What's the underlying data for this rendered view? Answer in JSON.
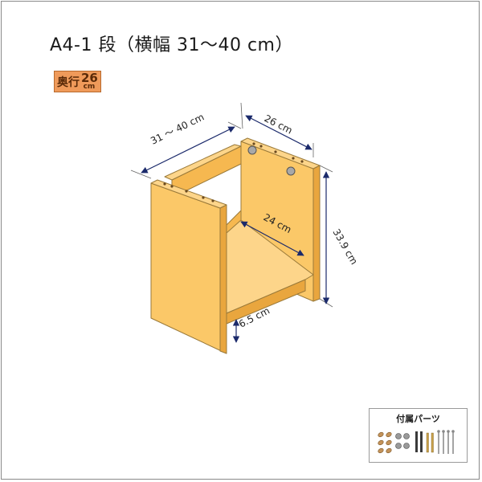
{
  "title": "A4-1 段（横幅 31〜40 cm）",
  "badge": {
    "label": "奥行",
    "number": "26",
    "unit": "cm"
  },
  "dimensions": {
    "width": "31 ～ 40 cm",
    "depth": "26 cm",
    "inner_depth": "24 cm",
    "height": "33.9 cm",
    "bottom": "6.5 cm"
  },
  "parts": {
    "title": "付属パーツ"
  },
  "colors": {
    "wood_front": "#fbc868",
    "wood_side": "#f6b850",
    "wood_top": "#fdd58a",
    "wood_dark": "#e9a63e",
    "badge": "#ef9a5a",
    "dim_line": "#1b2a6b"
  }
}
